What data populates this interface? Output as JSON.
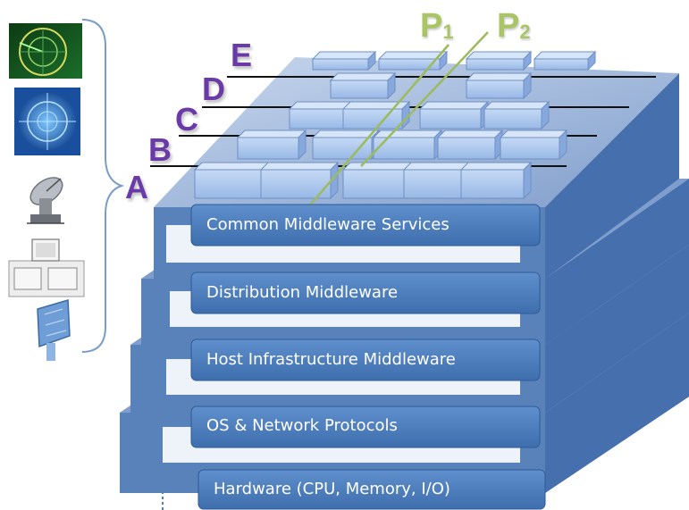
{
  "layers": [
    {
      "label": "Common Middleware Services"
    },
    {
      "label": "Distribution Middleware"
    },
    {
      "label": "Host Infrastructure Middleware"
    },
    {
      "label": "OS & Network Protocols"
    },
    {
      "label": "Hardware (CPU, Memory, I/O)"
    }
  ],
  "rows": [
    "A",
    "B",
    "C",
    "D",
    "E"
  ],
  "paths": [
    {
      "letter": "P",
      "sub": "1"
    },
    {
      "letter": "P",
      "sub": "2"
    }
  ],
  "colors": {
    "layer_bar": "#4f80bd",
    "slab_front": "#5b83bb",
    "slab_side": "#3f6aa6",
    "top_surface": "#9ab4d9",
    "tile": "#a9c6ef",
    "row_letter": "#6a3aa8",
    "path_line": "#9cba5e",
    "bracket": "#7a9cc8"
  },
  "icons": [
    "radar-screen-icon",
    "sonar-display-icon",
    "satellite-dish-icon",
    "computer-console-icon",
    "phased-array-antenna-icon"
  ]
}
